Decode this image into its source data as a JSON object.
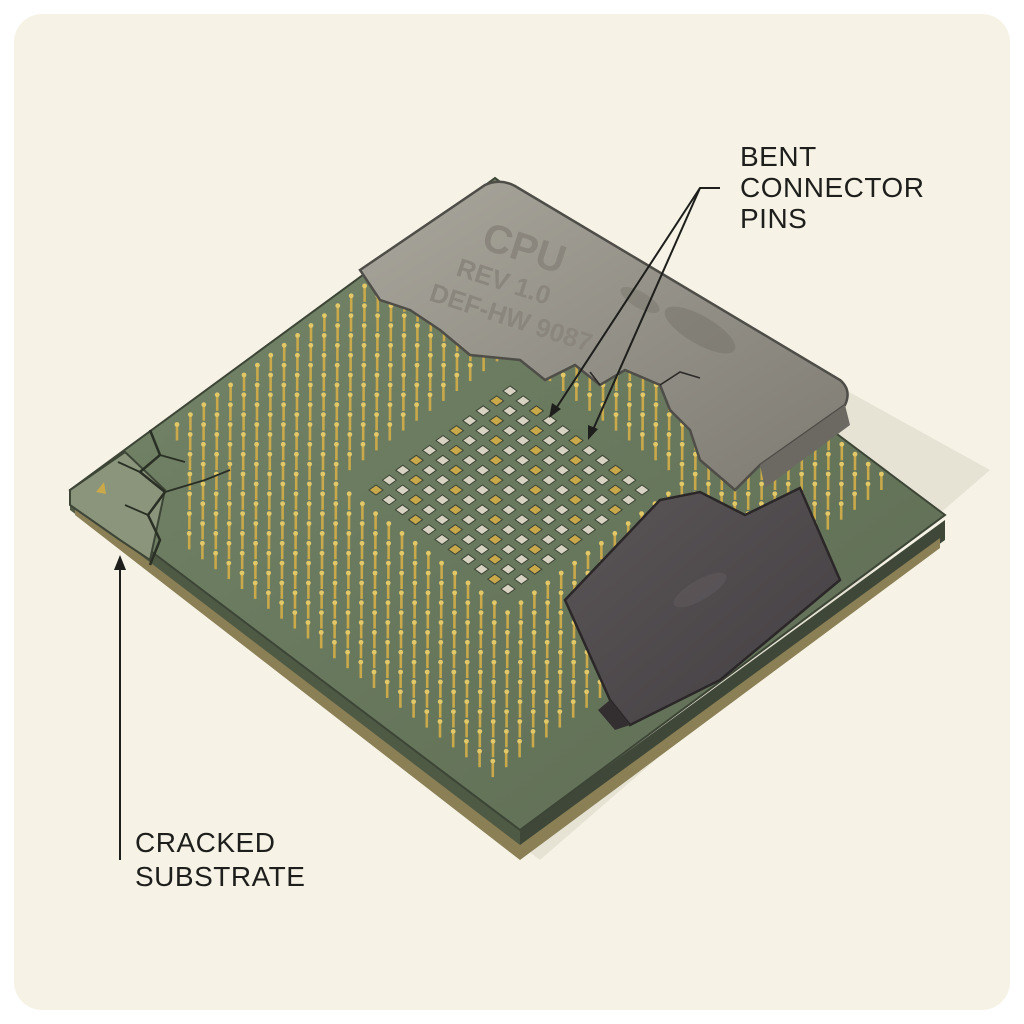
{
  "callouts": {
    "bent_pins": {
      "lines": [
        "BENT",
        "CONNECTOR",
        "PINS"
      ]
    },
    "cracked_substrate": {
      "lines": [
        "CRACKED",
        "SUBSTRATE"
      ]
    }
  },
  "chip_marking": {
    "line1": "CPU",
    "line2": "REV 1.0",
    "line3": "DEF-HW 9087"
  },
  "colors": {
    "background": "#f6f3e6",
    "substrate": "#6b7a5c",
    "substrate_edge": "#4a5240",
    "heatspreader": "#8c8a82",
    "broken_heatspreader": "#4e4a4c",
    "pins": "#c9a94a",
    "ink": "#1e1e1c"
  },
  "icons": [
    "triangle-marker-icon",
    "arrow-icon"
  ]
}
